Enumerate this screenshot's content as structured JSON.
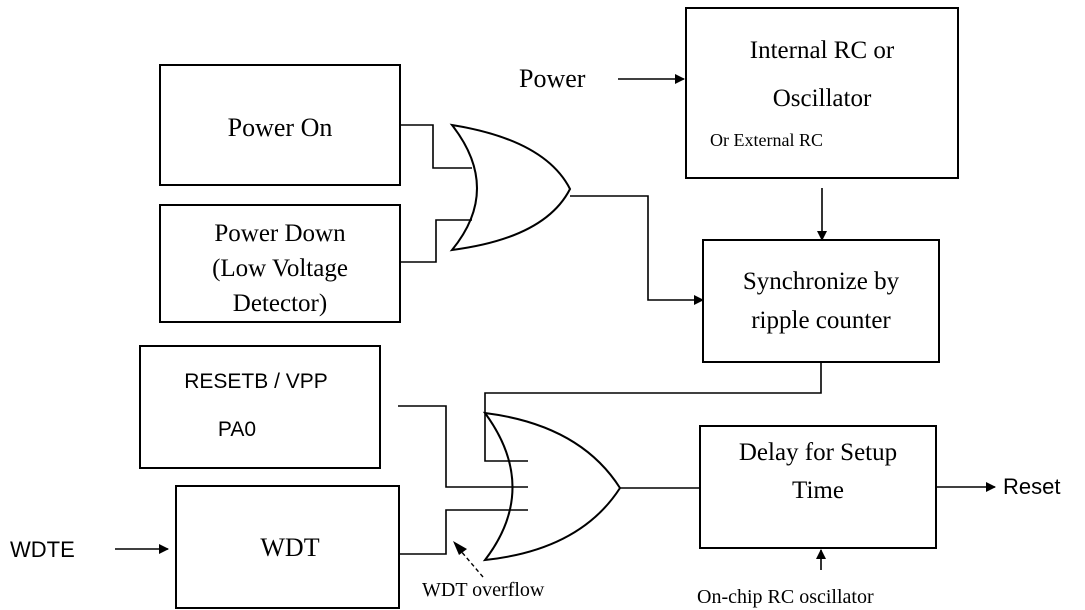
{
  "blocks": {
    "power_on": "Power On",
    "power_down_1": "Power Down",
    "power_down_2": "(Low Voltage",
    "power_down_3": "Detector)",
    "rc_1": "Internal RC or",
    "rc_2": "Oscillator",
    "rc_3": "Or External RC",
    "sync_1": "Synchronize by",
    "sync_2": "ripple counter",
    "resetb": "RESETB / VPP",
    "pa0": "PA0",
    "wdt": "WDT",
    "delay_1": "Delay for Setup",
    "delay_2": "Time"
  },
  "signals": {
    "power": "Power",
    "wdte": "WDTE",
    "reset": "Reset",
    "wdt_overflow": "WDT overflow",
    "onchip_rc": "On-chip RC oscillator"
  }
}
